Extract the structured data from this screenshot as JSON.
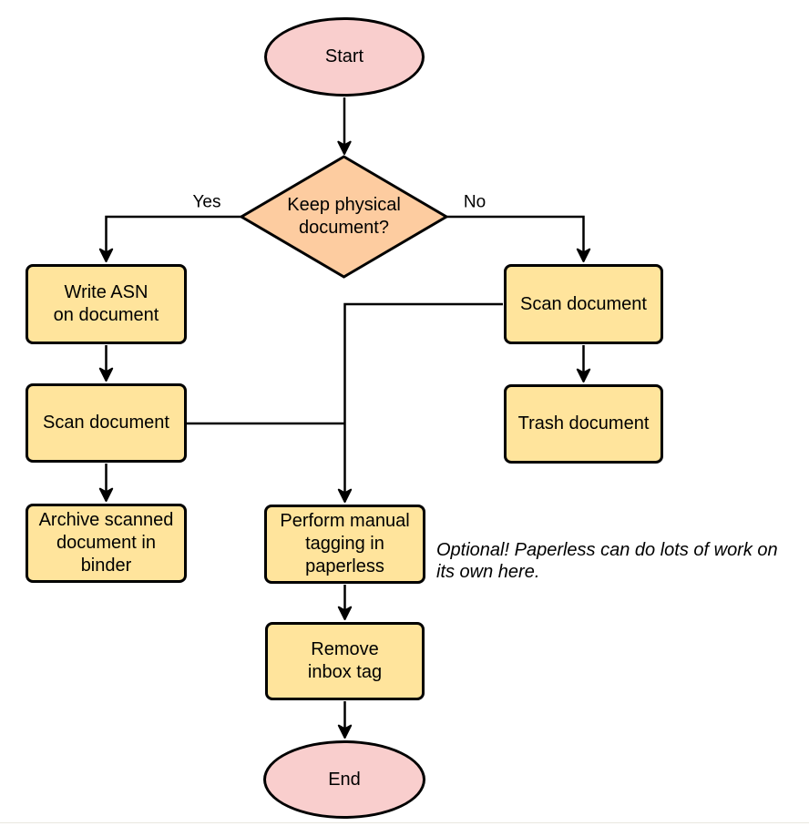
{
  "colors": {
    "terminal": "#f9cecd",
    "decision": "#fdcca0",
    "process": "#ffe49c",
    "stroke": "#000000"
  },
  "nodes": {
    "start": {
      "label": "Start"
    },
    "decision": {
      "label": "Keep physical\ndocument?"
    },
    "write_asn": {
      "label": "Write ASN\non document"
    },
    "scan_left": {
      "label": "Scan document"
    },
    "archive": {
      "label": "Archive scanned\ndocument in\nbinder"
    },
    "scan_right": {
      "label": "Scan document"
    },
    "trash": {
      "label": "Trash document"
    },
    "tagging": {
      "label": "Perform manual\ntagging in\npaperless"
    },
    "remove_inbox": {
      "label": "Remove\ninbox tag"
    },
    "end": {
      "label": "End"
    }
  },
  "edges": {
    "yes": {
      "label": "Yes"
    },
    "no": {
      "label": "No"
    }
  },
  "annotation": {
    "text": "Optional! Paperless can do lots of work on\nits own here."
  }
}
